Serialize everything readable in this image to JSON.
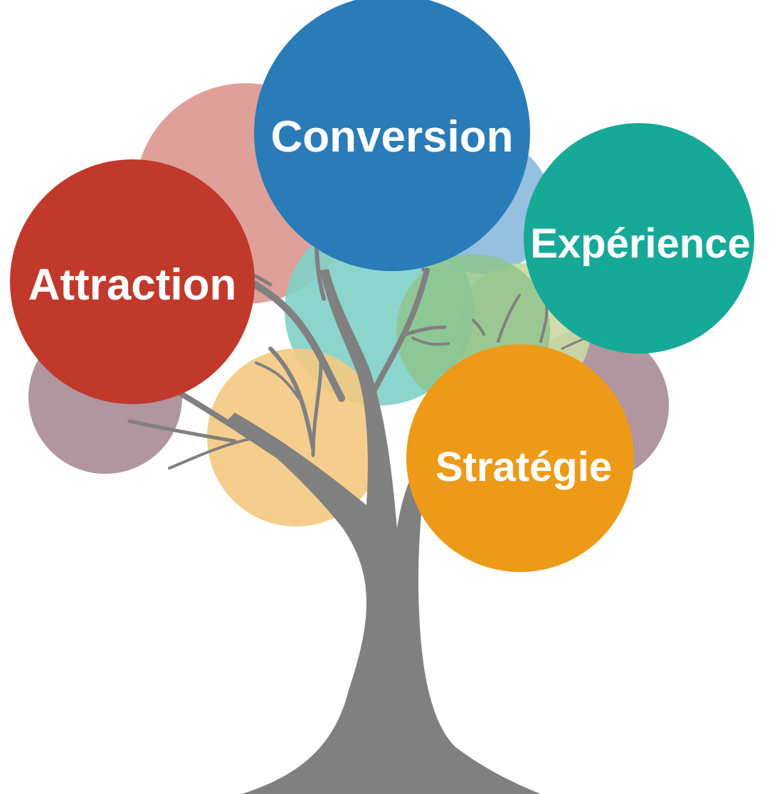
{
  "diagram": {
    "labels": {
      "attraction": "Attraction",
      "conversion": "Conversion",
      "experience": "Expérience",
      "strategie": "Stratégie"
    },
    "colors": {
      "trunk": "#808080",
      "attraction": "#c0392b",
      "conversion": "#2a7cb8",
      "experience": "#17a997",
      "strategie": "#ec9a18",
      "background_pink": "#dd9b93",
      "background_mauve": "#ad8f9a",
      "background_teal": "#7fd0c6",
      "background_lightblue": "#8ab9dd",
      "background_green": "#8fc38a",
      "background_olive": "#cad9a3",
      "background_peach": "#f4c981",
      "label_text": "#ffffff"
    }
  }
}
